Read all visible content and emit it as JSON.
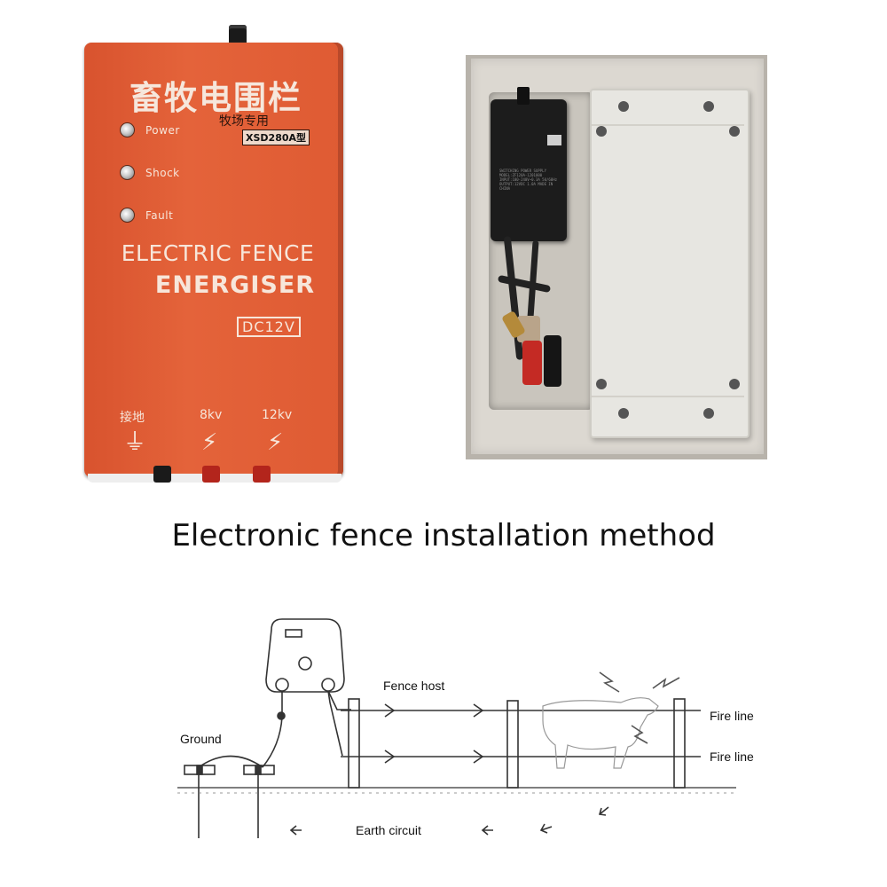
{
  "device": {
    "title_cn": "畜牧电围栏",
    "subtitle_cn": "牧场专用",
    "model": "XSD280A型",
    "indicators": [
      {
        "label": "Power"
      },
      {
        "label": "Shock"
      },
      {
        "label": "Fault"
      }
    ],
    "brand_line1": "ELECTRIC FENCE",
    "brand_line2": "ENERGISER",
    "voltage": "DC12V",
    "terminals": [
      {
        "label": "接地",
        "symbol": "⏚",
        "color": "#1a1a1a"
      },
      {
        "label": "8kv",
        "symbol": "⚡",
        "color": "#b3251c"
      },
      {
        "label": "12kv",
        "symbol": "⚡",
        "color": "#b3251c"
      }
    ],
    "body_color": "#df5b33"
  },
  "package": {
    "adapter_text": "SWITCHING POWER SUPPLY MODEL:ZF120A-1201000 INPUT:100-240V~0.3A 50/60Hz OUTPUT:12VDC 1.0A MADE IN CHINA"
  },
  "heading": "Electronic fence installation method",
  "diagram": {
    "labels": {
      "fence_host": "Fence host",
      "ground": "Ground",
      "fire_line_top": "Fire line",
      "fire_line_bottom": "Fire line",
      "earth_circuit": "Earth circuit"
    }
  }
}
